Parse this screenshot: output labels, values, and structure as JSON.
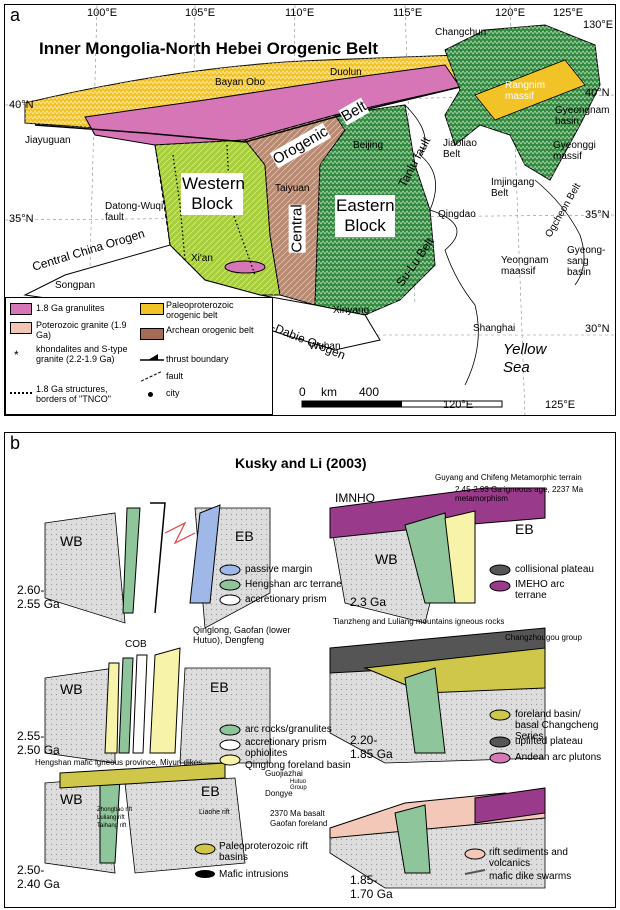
{
  "panel_a": {
    "label": "a",
    "title": "Inner Mongolia-North Hebei Orogenic Belt",
    "lon_top": [
      "100°E",
      "105°E",
      "110°E",
      "115°E",
      "120°E",
      "125°E",
      "130°E"
    ],
    "lon_bottom": [
      "120°E",
      "125°E"
    ],
    "lat_left": [
      "40°N",
      "35°N"
    ],
    "lat_right": [
      "40°N",
      "35°N",
      "30°N"
    ],
    "cities": [
      "Changchun",
      "Bayan Obo",
      "Duolun",
      "Jiayuguan",
      "Beijing",
      "Taiyuan",
      "Xi'an",
      "Songpan",
      "Qingdao",
      "Xinyang",
      "Wuhan",
      "Shanghai"
    ],
    "blocks": {
      "western": "Western Block",
      "eastern": "Eastern Block",
      "central": "Central",
      "orogenic": "Orogenic",
      "belt": "Belt"
    },
    "features": {
      "datong": "Datong-Wuqi fault",
      "central_china": "Central China Orogen",
      "qinling": "Qinling-Dabie Orogen",
      "sulu": "Su-Lu Belt",
      "tanlu": "Tanlu fault",
      "jiaoliao": "Jiaoliao Belt",
      "imjingang": "Imjingang Belt",
      "ogcheon": "Ogcheon Belt",
      "yeongnam": "Yeongnam maassif",
      "gyeongsang": "Gyeong-sang basin",
      "gyeonggi": "Gyeonggi massif",
      "gyeongnam": "Gyeongnam basin",
      "rangnim": "Rangnim massif",
      "yellow_sea": "Yellow Sea"
    },
    "legend": [
      {
        "label": "1.8 Ga granulites",
        "color": "#d676b6"
      },
      {
        "label": "Poterozoic granite (1.9 Ga)",
        "color": "#f1c6b3"
      },
      {
        "label": "khondalites and S-type granite (2.2-1.9 Ga)",
        "symbol": "*"
      },
      {
        "label": "1.8 Ga structures, borders of \"TNCO\"",
        "symbol": "dotted"
      },
      {
        "label": "Paleoproterozoic orogenic belt",
        "color": "#f2c327"
      },
      {
        "label": "Archean orogenic belt",
        "color": "#a46b55"
      },
      {
        "label": "thrust boundary",
        "symbol": "thrust"
      },
      {
        "label": "fault",
        "symbol": "dashed"
      },
      {
        "label": "city",
        "symbol": "dot"
      }
    ],
    "scale": {
      "zero": "0",
      "unit": "km",
      "max": "400"
    },
    "colors": {
      "western": "#a8cf3a",
      "eastern": "#2f8a3c",
      "central": "#b98a72",
      "pink": "#d676b6",
      "yellow": "#f2c327"
    }
  },
  "panel_b": {
    "label": "b",
    "title": "Kusky and Li (2003)",
    "stages": [
      {
        "age": "2.60-2.55 Ga",
        "legend": [
          "passive margin",
          "Hengshan arc terrane",
          "accretionary prism"
        ]
      },
      {
        "age": "2.3 Ga",
        "legend": [
          "collisional plateau",
          "IMEHO arc terrane"
        ],
        "header": "Guyang and Chifeng Metamorphic terrain",
        "note": "2.45-2.93 Ga igneous age, 2237 Ma metamorphism",
        "label": "IMNHO"
      },
      {
        "age": "2.55-2.50 Ga",
        "legend": [
          "arc rocks/granulites",
          "accretionary prism",
          "ophiolites",
          "Qinglong foreland basin"
        ],
        "header": "Qinglong, Gaofan (lower Hutuo), Dengfeng",
        "label": "COB"
      },
      {
        "age": "2.20-1.85 Ga",
        "legend": [
          "foreland basin/ basal Changcheng Series",
          "uplifted plateau",
          "Andean arc plutons"
        ],
        "header": "Tianzheng and Luliang mountains igneous rocks",
        "note": "Changzhougou group"
      },
      {
        "age": "2.50-2.40 Ga",
        "legend": [
          "Paleoproterozoic rift basins",
          "Mafic intrusions"
        ],
        "header": "Hengshan mafic igneous province, Miyun dikes",
        "column": [
          "Guojiazhai",
          "Dongye",
          "2370 Ma basalt",
          "Gaofan foreland"
        ],
        "group": "Hutuo Group",
        "rifts": [
          "Zhongtiao rift",
          "Luliang rift",
          "Taihang rift",
          "Liaohe rift"
        ]
      },
      {
        "age": "1.85-1.70 Ga",
        "legend": [
          "rift sediments and volcanics",
          "mafic dike swarms"
        ]
      }
    ],
    "blocks": {
      "wb": "WB",
      "eb": "EB"
    }
  }
}
